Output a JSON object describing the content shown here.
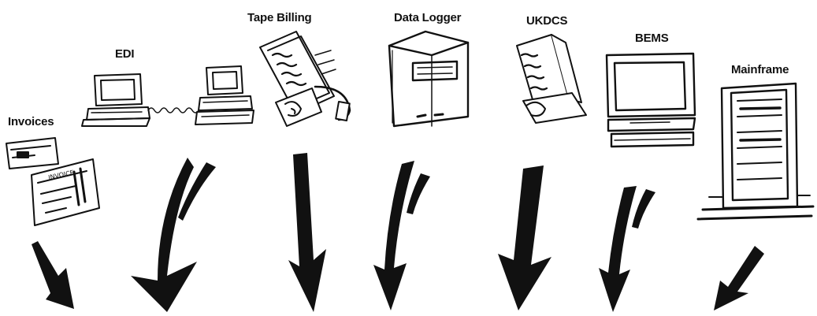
{
  "sources": [
    {
      "label": "Invoices",
      "icon": "invoice-documents-icon"
    },
    {
      "label": "EDI",
      "icon": "networked-computers-icon"
    },
    {
      "label": "Tape Billing",
      "icon": "tape-billing-printout-icon"
    },
    {
      "label": "Data Logger",
      "icon": "data-logger-device-icon"
    },
    {
      "label": "UKDCS",
      "icon": "ukdcs-printout-icon"
    },
    {
      "label": "BEMS",
      "icon": "bems-monitor-icon"
    },
    {
      "label": "Mainframe",
      "icon": "mainframe-cabinet-icon"
    }
  ],
  "invoice_stamp": "INVOICE",
  "flow_icon": "down-arrow-icon",
  "colors": {
    "ink": "#111111",
    "background": "#ffffff"
  }
}
